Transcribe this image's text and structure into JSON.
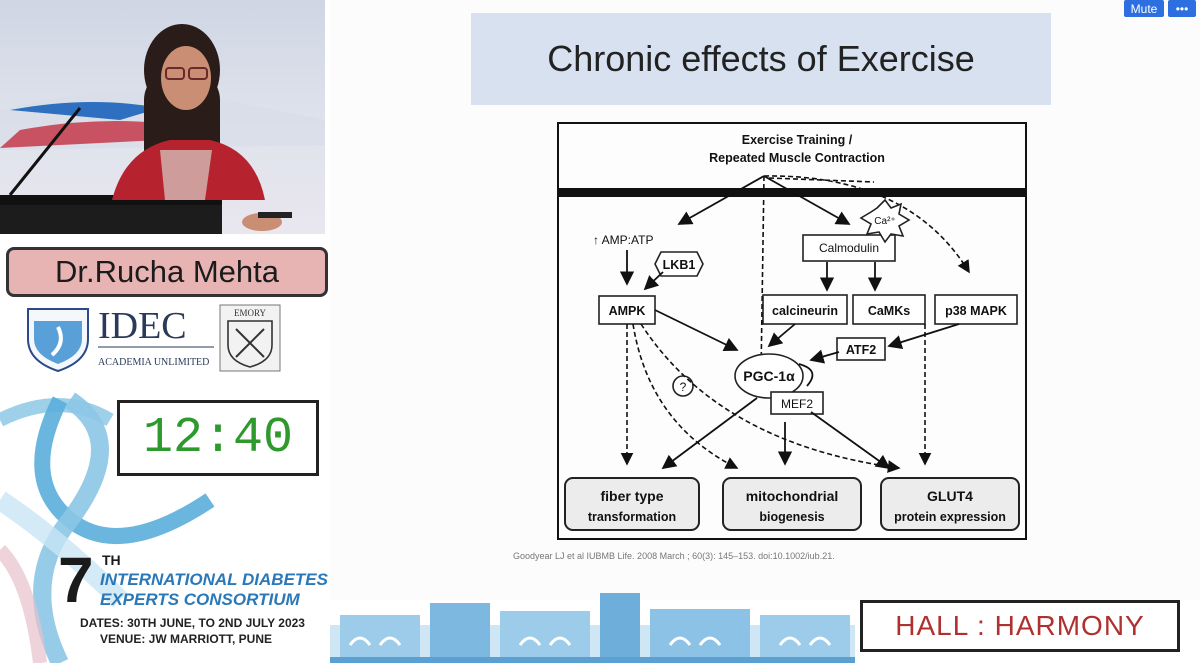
{
  "zoom_controls": {
    "mute_label": "Mute",
    "more_label": "•••"
  },
  "speaker": {
    "name": "Dr.Rucha Mehta"
  },
  "logos": {
    "idec": "IDEC",
    "idec_tagline": "ACADEMIA UNLIMITED",
    "emory": "EMORY"
  },
  "timer": {
    "value": "12:40"
  },
  "event": {
    "number": "7",
    "suffix": "TH",
    "line1": "INTERNATIONAL DIABETES",
    "line2": "EXPERTS CONSORTIUM",
    "dates": "DATES: 30TH JUNE, TO 2ND JULY 2023",
    "venue": "VENUE: JW MARRIOTT, PUNE"
  },
  "slide": {
    "title": "Chronic effects of Exercise",
    "citation": "Goodyear LJ et al IUBMB Life. 2008 March ; 60(3): 145–153. doi:10.1002/iub.21.",
    "diagram": {
      "header_line1": "Exercise Training /",
      "header_line2": "Repeated Muscle Contraction",
      "nodes": {
        "amp_atp": "↑ AMP:ATP",
        "lkb1": "LKB1",
        "ampk": "AMPK",
        "calmodulin": "Calmodulin",
        "ca": "Ca²⁺",
        "calcineurin": "calcineurin",
        "camks": "CaMKs",
        "p38": "p38 MAPK",
        "atf2": "ATF2",
        "pgc": "PGC-1α",
        "mef2": "MEF2",
        "question": "?",
        "fiber1": "fiber type",
        "fiber2": "transformation",
        "mito1": "mitochondrial",
        "mito2": "biogenesis",
        "glut1": "GLUT4",
        "glut2": "protein expression"
      }
    }
  },
  "hall": {
    "label": "HALL : HARMONY"
  },
  "colors": {
    "zoom_blue": "#2d6fe0",
    "timer_green": "#2e9a2e",
    "hall_red": "#b03030",
    "title_bg": "#d7e1f0",
    "nameplate_bg": "#e8b3b3"
  }
}
